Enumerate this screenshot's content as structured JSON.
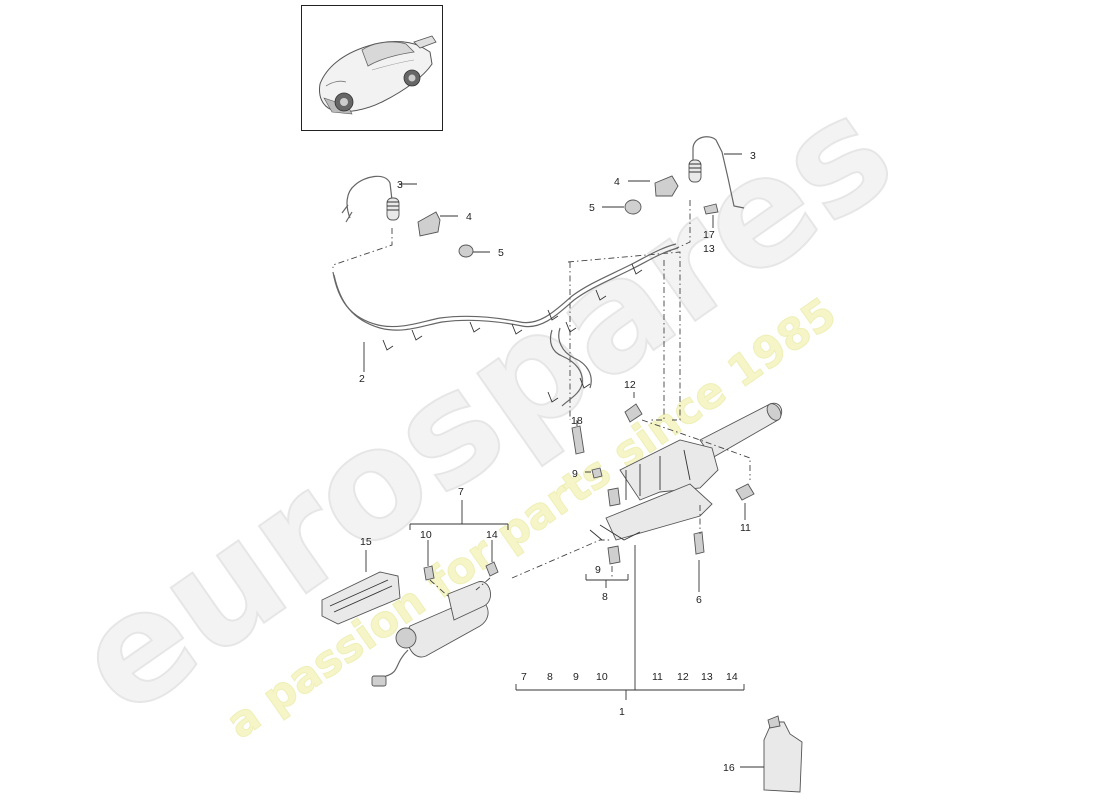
{
  "watermark": {
    "brand": "eurospares",
    "tagline": "a passion for parts since 1985"
  },
  "callouts": {
    "c1": "1",
    "c2": "2",
    "c3a": "3",
    "c3b": "3",
    "c4a": "4",
    "c4b": "4",
    "c5a": "5",
    "c5b": "5",
    "c6": "6",
    "c7": "7",
    "c8": "8",
    "c9a": "9",
    "c9b": "9",
    "c10": "10",
    "c11": "11",
    "c12": "12",
    "c13": "13",
    "c14": "14",
    "c15": "15",
    "c16": "16",
    "c17": "17",
    "c18": "18"
  },
  "assembly_row": [
    "7",
    "8",
    "9",
    "10",
    "11",
    "12",
    "13",
    "14"
  ]
}
